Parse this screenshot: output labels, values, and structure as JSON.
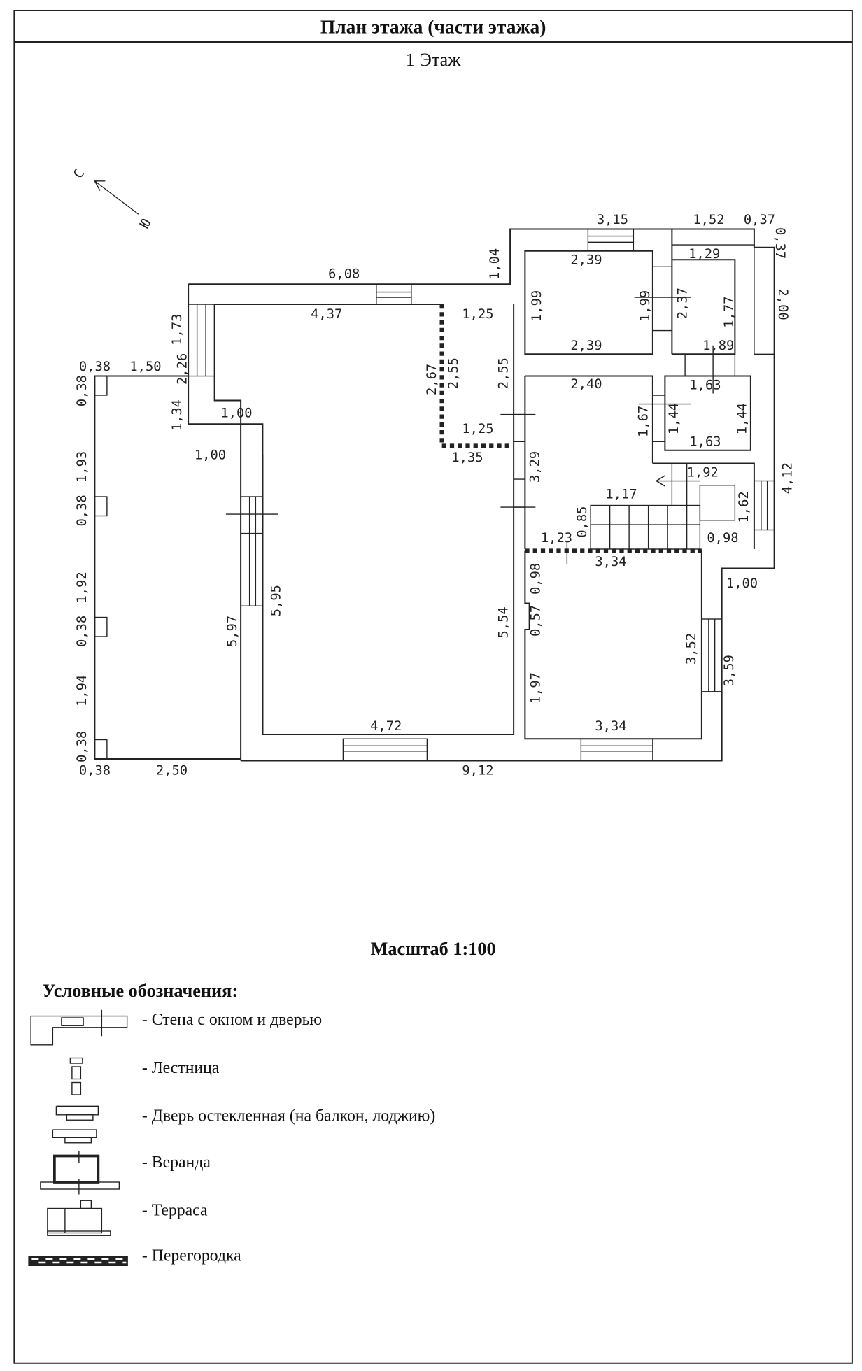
{
  "header": {
    "title": "План этажа (части этажа)",
    "floor": "1 Этаж"
  },
  "compass": {
    "north": "С",
    "south": "Ю"
  },
  "dimensions": {
    "top_overall": "6,08",
    "top_inner": "4,37",
    "top_right_block": "3,15",
    "top_right_block_left": "1,04",
    "top_far_right": "1,52",
    "top_corner": "0,37",
    "corner_side": "0,37",
    "right_upper": "2,00",
    "right_lower": "4,12",
    "left_wing_top_left": "0,38",
    "left_wing_top": "1,50",
    "left_vertical_1": "1,73",
    "left_vertical_2": "2,26",
    "left_vertical_3": "1,34",
    "step_1": "1,00",
    "step_2": "1,00",
    "pillar_1": "0,38",
    "span_1": "1,93",
    "pillar_2": "0,38",
    "span_2": "1,92",
    "pillar_3": "0,38",
    "span_3": "1,94",
    "pillar_4": "0,38",
    "bottom_left_pillar": "0,38",
    "bottom_left_span": "2,50",
    "bottom_overall": "9,12",
    "main_room_left_outer": "5,97",
    "main_room_left_inner": "5,95",
    "main_room_right": "5,54",
    "main_room_bottom": "4,72",
    "closet_top": "1,25",
    "closet_bottom": "1,25",
    "closet_left_outer": "2,67",
    "closet_left_inner": "2,55",
    "closet_right": "2,55",
    "closet_below": "1,35",
    "room_a_top": "2,39",
    "room_a_bottom": "2,39",
    "room_a_left": "1,99",
    "room_a_right": "1,99",
    "room_b_top": "1,29",
    "room_b_left": "2,37",
    "room_b_right": "1,77",
    "room_b_bottom": "1,89",
    "room_c_top": "2,40",
    "room_c_left": "3,29",
    "room_c_right": "1,67",
    "room_d_top": "1,63",
    "room_d_bottom": "1,63",
    "room_d_left": "1,44",
    "room_d_right": "1,44",
    "stair_top": "1,92",
    "stair_right": "1,62",
    "stair_bottom": "0,98",
    "stair_width": "1,17",
    "stair_depth": "0,85",
    "hall_left": "1,23",
    "room_e_top": "3,34",
    "room_e_bottom": "3,34",
    "room_e_left_1": "0,98",
    "room_e_left_2": "0,57",
    "room_e_left_3": "1,97",
    "room_e_right": "3,52",
    "room_e_right_outer": "3,59",
    "right_step": "1,00"
  },
  "scale": "Масштаб 1:100",
  "legend": {
    "title": "Условные обозначения:",
    "items": [
      {
        "icon": "wall-window-door-icon",
        "label": "- Стена с окном и дверью"
      },
      {
        "icon": "stairs-icon",
        "label": "- Лестница"
      },
      {
        "icon": "glazed-door-icon",
        "label": "- Дверь остекленная (на балкон, лоджию)"
      },
      {
        "icon": "veranda-icon",
        "label": "- Веранда"
      },
      {
        "icon": "terrace-icon",
        "label": "- Терраса"
      },
      {
        "icon": "partition-icon",
        "label": "- Перегородка"
      }
    ]
  }
}
